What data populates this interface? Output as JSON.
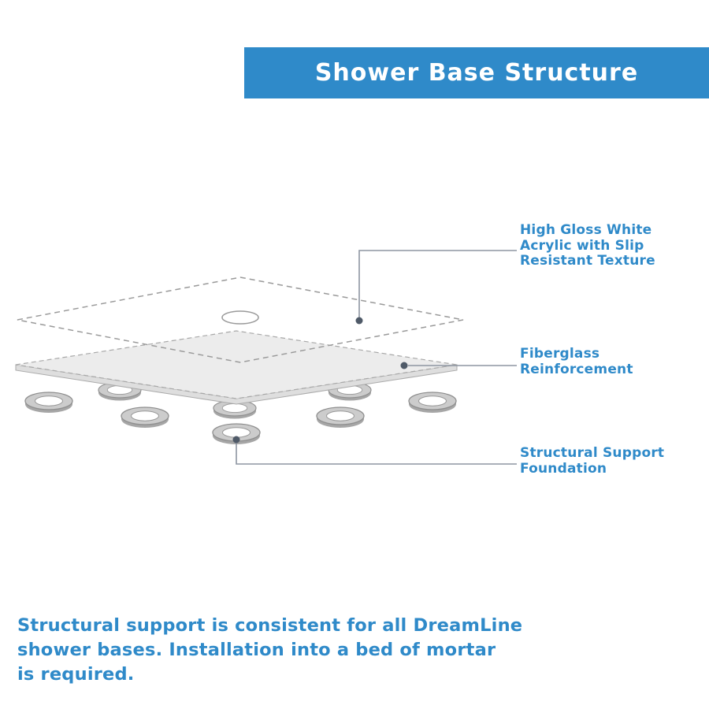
{
  "banner": {
    "title": "Shower Base Structure"
  },
  "colors": {
    "brand_blue": "#2f8ac9",
    "banner_text": "#ffffff",
    "slab_fill": "#ececec",
    "foot_gray": "#cccccc",
    "callout_line": "#8d95a2",
    "callout_dot": "#4f5a68"
  },
  "callouts": [
    {
      "id": "acrylic",
      "lines": [
        "High Gloss White",
        "Acrylic with Slip",
        "Resistant Texture"
      ]
    },
    {
      "id": "fiberglass",
      "lines": [
        "Fiberglass",
        "Reinforcement"
      ]
    },
    {
      "id": "support",
      "lines": [
        "Structural Support",
        "Foundation"
      ]
    }
  ],
  "footer": {
    "lines": [
      "Structural support is consistent for all DreamLine",
      "shower bases. Installation into a bed of mortar",
      "is required."
    ]
  }
}
